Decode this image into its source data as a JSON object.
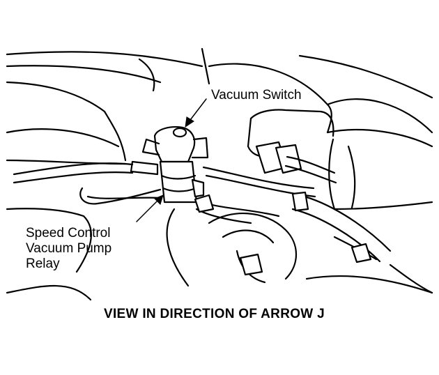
{
  "labels": {
    "vacuum_switch": "Vacuum Switch",
    "speed_control_line1": "Speed Control",
    "speed_control_line2": "Vacuum Pump",
    "speed_control_line3": "Relay"
  },
  "caption": "VIEW IN DIRECTION OF ARROW J"
}
